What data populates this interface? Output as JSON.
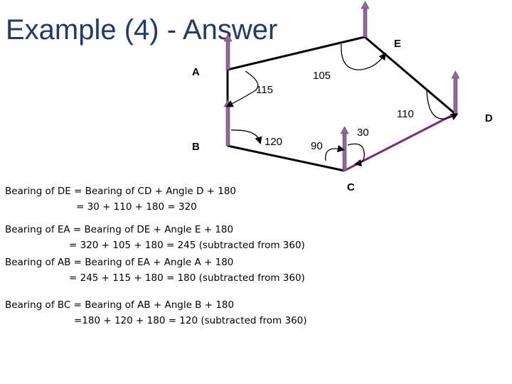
{
  "title": "Example (4) - Answer",
  "colors": {
    "title": "#1f3a73",
    "north_arrow": "#8e6a96",
    "line": "#000000",
    "line_dc": "#7a2a7a"
  },
  "vertices": {
    "a": "A",
    "b": "B",
    "c": "C",
    "d": "D",
    "e": "E"
  },
  "angles": {
    "a": "115",
    "e": "105",
    "d": "110",
    "c": "90",
    "b": "120",
    "bearing_cd": "30"
  },
  "calculations": [
    {
      "line1": "Bearing of DE = Bearing of CD + Angle D + 180",
      "line2": "= 30 + 110 + 180 = 320"
    },
    {
      "line1": "Bearing of EA = Bearing of DE + Angle E + 180",
      "line2": "= 320 + 105 + 180 = 245 (subtracted from 360)"
    },
    {
      "line1": "Bearing of AB = Bearing of EA + Angle A + 180",
      "line2": "= 245 + 115 + 180 = 180 (subtracted from 360)"
    },
    {
      "line1": "Bearing of BC = Bearing of AB + Angle B + 180",
      "line2": "=180 + 120 + 180 = 120 (subtracted from 360)"
    }
  ]
}
